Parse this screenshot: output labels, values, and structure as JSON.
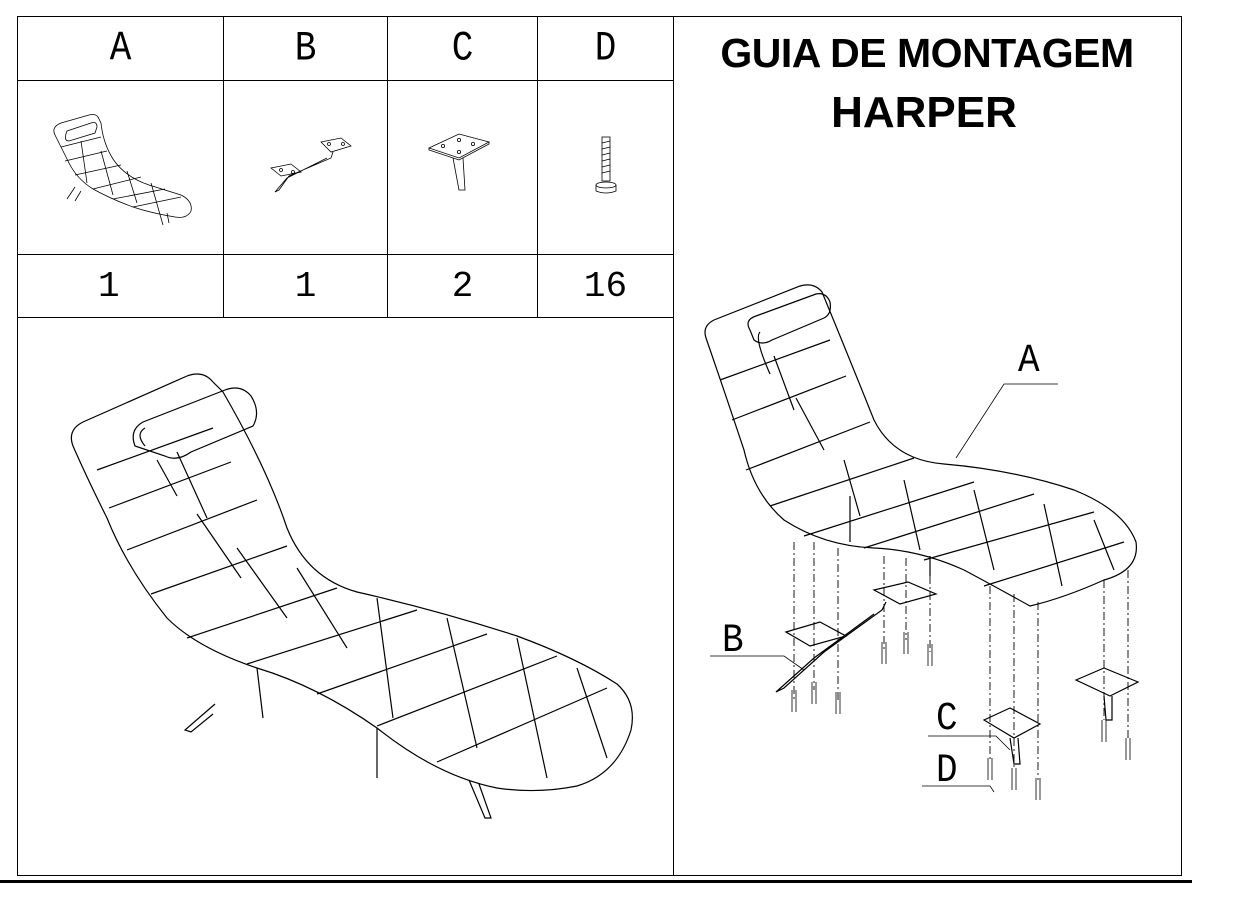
{
  "title": {
    "line1": "GUIA DE MONTAGEM",
    "line2": "HARPER"
  },
  "parts_table": {
    "columns": [
      {
        "letter": "A",
        "quantity": "1",
        "icon": "chaise-lounge-icon"
      },
      {
        "letter": "B",
        "quantity": "1",
        "icon": "bracket-base-icon"
      },
      {
        "letter": "C",
        "quantity": "2",
        "icon": "leg-plate-icon"
      },
      {
        "letter": "D",
        "quantity": "16",
        "icon": "screw-icon"
      }
    ]
  },
  "assembly_callouts": {
    "a": "A",
    "b": "B",
    "c": "C",
    "d": "D"
  }
}
